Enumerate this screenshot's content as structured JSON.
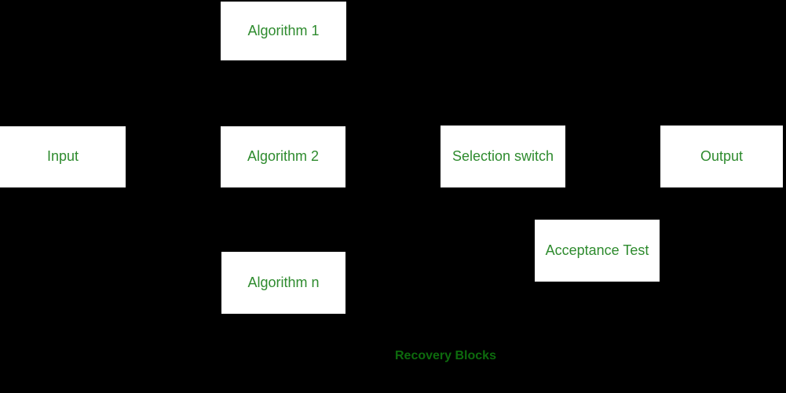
{
  "diagram": {
    "type": "block-diagram",
    "caption": {
      "text": "Recovery Blocks"
    },
    "nodes": [
      {
        "id": "algorithm-1",
        "label": "Algorithm 1"
      },
      {
        "id": "input",
        "label": "Input"
      },
      {
        "id": "algorithm-2",
        "label": "Algorithm 2"
      },
      {
        "id": "selection-switch",
        "label": "Selection switch"
      },
      {
        "id": "output",
        "label": "Output"
      },
      {
        "id": "acceptance-test",
        "label": "Acceptance Test"
      },
      {
        "id": "algorithm-n",
        "label": "Algorithm n"
      }
    ],
    "colors": {
      "background": "#000000",
      "node_fill": "#ffffff",
      "node_text": "#2e8b2e",
      "caption_text": "#0d6b0d"
    }
  }
}
